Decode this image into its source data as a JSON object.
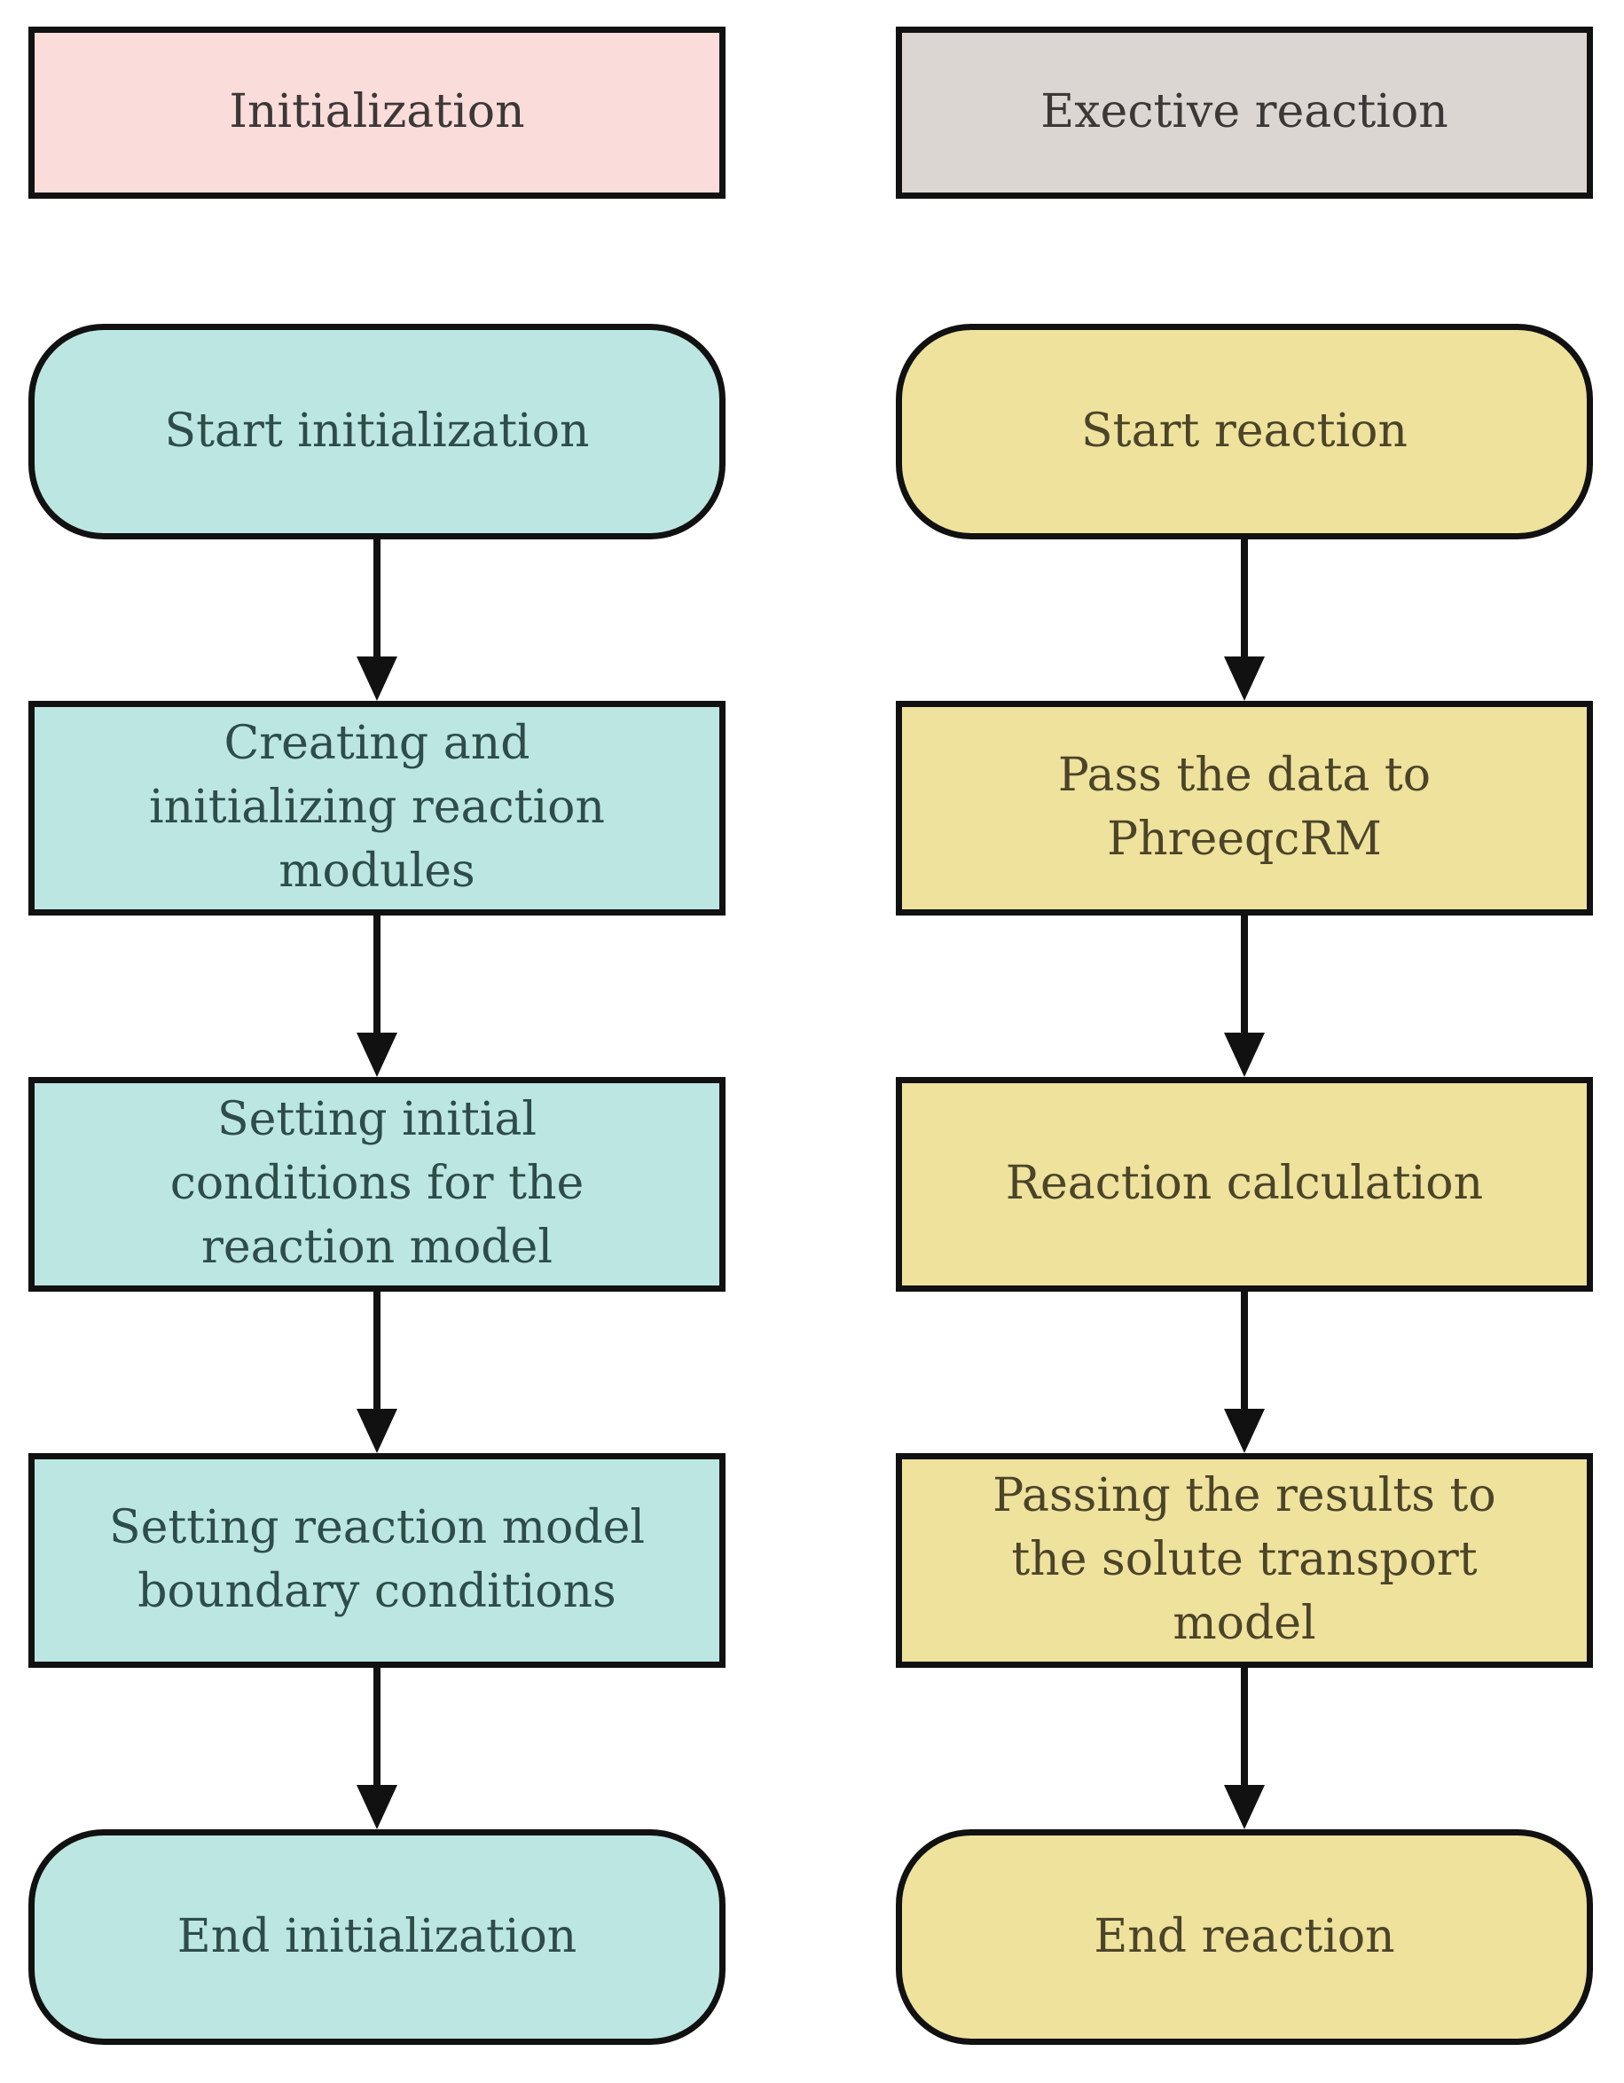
{
  "diagram": {
    "type": "flowchart",
    "background": "#ffffff",
    "stroke": "#111111",
    "columns": [
      {
        "id": "initialization",
        "header": "Initialization",
        "header_fill": "#fadcdb",
        "header_text_color": "#3c3836",
        "node_fill": "#bce6e2",
        "node_text_color": "#2d4c4a",
        "nodes": [
          {
            "shape": "stadium",
            "label": "Start initialization"
          },
          {
            "shape": "rect",
            "label": "Creating and\ninitializing reaction\nmodules"
          },
          {
            "shape": "rect",
            "label": "Setting initial\nconditions for the\nreaction model"
          },
          {
            "shape": "rect",
            "label": "Setting reaction model\nboundary conditions"
          },
          {
            "shape": "stadium",
            "label": "End initialization"
          }
        ],
        "edges": [
          [
            "Start initialization",
            "Creating and initializing reaction modules"
          ],
          [
            "Creating and initializing reaction modules",
            "Setting initial conditions for the reaction model"
          ],
          [
            "Setting initial conditions for the reaction model",
            "Setting reaction model boundary conditions"
          ],
          [
            "Setting reaction model boundary conditions",
            "End initialization"
          ]
        ]
      },
      {
        "id": "reaction",
        "header": "Exective reaction",
        "header_fill": "#dcd6d2",
        "header_text_color": "#3c3836",
        "node_fill": "#eee29c",
        "node_text_color": "#4b4429",
        "nodes": [
          {
            "shape": "stadium",
            "label": "Start reaction"
          },
          {
            "shape": "rect",
            "label": "Pass the data to\nPhreeqcRM"
          },
          {
            "shape": "rect",
            "label": "Reaction calculation"
          },
          {
            "shape": "rect",
            "label": "Passing the results to\nthe solute transport\nmodel"
          },
          {
            "shape": "stadium",
            "label": "End reaction"
          }
        ],
        "edges": [
          [
            "Start reaction",
            "Pass the data to PhreeqcRM"
          ],
          [
            "Pass the data to PhreeqcRM",
            "Reaction calculation"
          ],
          [
            "Reaction calculation",
            "Passing the results to the solute transport model"
          ],
          [
            "Passing the results to the solute transport model",
            "End reaction"
          ]
        ]
      }
    ]
  }
}
